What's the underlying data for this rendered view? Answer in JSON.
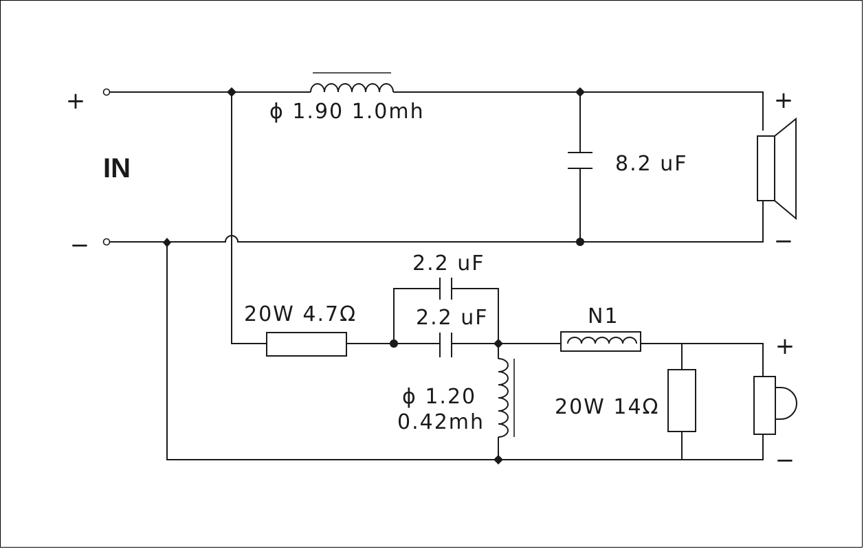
{
  "input": {
    "label": "IN",
    "plus": "+",
    "minus": "−"
  },
  "woofer": {
    "inductor_label": "ϕ 1.90  1.0mh",
    "capacitor_label": "8.2 uF",
    "plus": "+",
    "minus": "−"
  },
  "tweeter": {
    "resistor_series_label": "20W 4.7Ω",
    "cap_top_label": "2.2 uF",
    "cap_bottom_label": "2.2 uF",
    "inductor_wire_label": "ϕ 1.20",
    "inductor_value_label": "0.42mh",
    "n1_label": "N1",
    "resistor_shunt_label": "20W 14Ω",
    "plus": "+",
    "minus": "−"
  }
}
